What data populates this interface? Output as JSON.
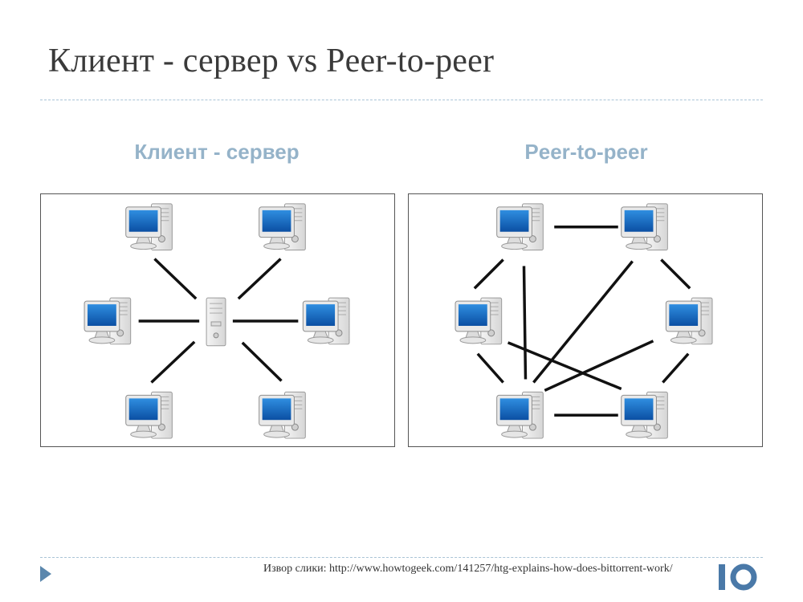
{
  "slide": {
    "title": "Клиент - сервер vs Peer-to-peer"
  },
  "client_server": {
    "heading": "Клиент - сервер"
  },
  "peer_to_peer": {
    "heading": "Peer-to-peer"
  },
  "footer": {
    "caption": "Извор слики: http://www.howtogeek.com/141257/htg-explains-how-does-bittorrent-work/",
    "logo_text": "IO"
  },
  "colors": {
    "title_text": "#3a3a3a",
    "heading_text": "#95b3c9",
    "divider": "#a9c3d6",
    "accent_arrow": "#5b87ad",
    "logo": "#4a79a8",
    "screen_blue": "#1e73c8",
    "link_line": "#111111"
  },
  "icons": {
    "computer": "desktop-computer-icon",
    "server": "server-tower-icon",
    "footer_arrow": "triangle-right-icon"
  }
}
